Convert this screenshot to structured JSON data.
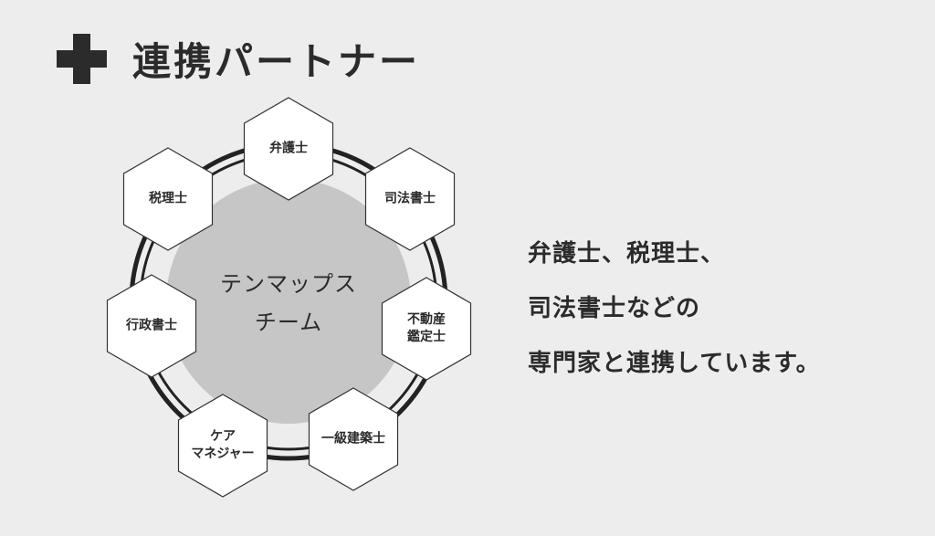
{
  "header": {
    "icon": "plus-icon",
    "title": "連携パートナー"
  },
  "diagram": {
    "center": {
      "line1": "テンマップス",
      "line2": "チーム"
    },
    "partners": [
      {
        "id": "lawyer",
        "line1": "弁護士",
        "line2": ""
      },
      {
        "id": "judicial-scrivener",
        "line1": "司法書士",
        "line2": ""
      },
      {
        "id": "real-estate-appraiser",
        "line1": "不動産",
        "line2": "鑑定士"
      },
      {
        "id": "architect",
        "line1": "一級建築士",
        "line2": ""
      },
      {
        "id": "care-manager",
        "line1": "ケア",
        "line2": "マネジャー"
      },
      {
        "id": "administrative-scrivener",
        "line1": "行政書士",
        "line2": ""
      },
      {
        "id": "tax-accountant",
        "line1": "税理士",
        "line2": ""
      }
    ]
  },
  "description": {
    "line1": "弁護士、税理士、",
    "line2": "司法書士などの",
    "line3": "専門家と連携しています。"
  }
}
